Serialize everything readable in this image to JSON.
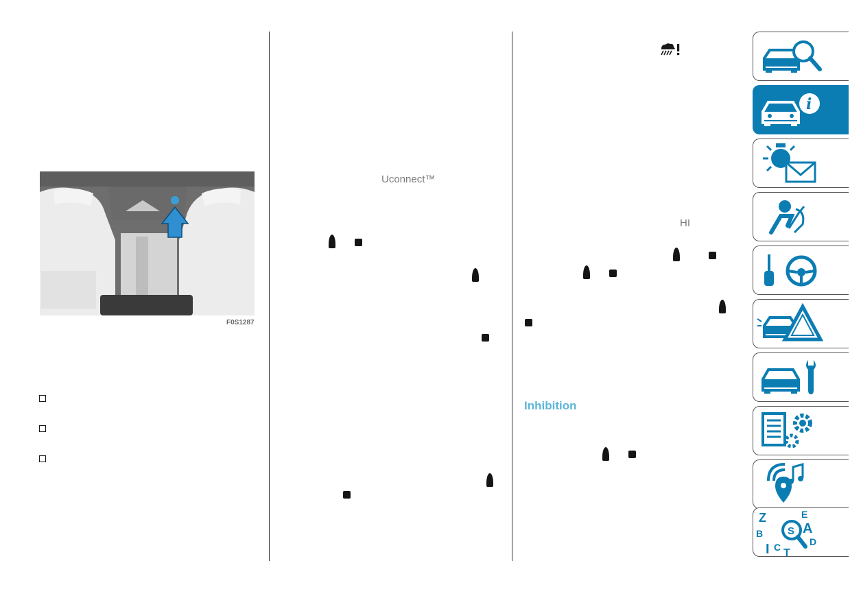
{
  "figure": {
    "caption": "F0S1287"
  },
  "col2": {
    "brand": "Uconnect™"
  },
  "col3": {
    "hi_label": "HI",
    "section_heading": "Inhibition"
  },
  "nav_tabs": [
    {
      "icon": "car-search-icon",
      "active": false
    },
    {
      "icon": "car-info-icon",
      "active": true
    },
    {
      "icon": "warning-light-message-icon",
      "active": false
    },
    {
      "icon": "airbag-safety-icon",
      "active": false
    },
    {
      "icon": "key-steering-wheel-icon",
      "active": false
    },
    {
      "icon": "car-hazard-triangle-icon",
      "active": false
    },
    {
      "icon": "car-wrench-icon",
      "active": false
    },
    {
      "icon": "technical-data-gears-icon",
      "active": false
    },
    {
      "icon": "multimedia-icon",
      "active": false
    },
    {
      "icon": "alphabetical-index-icon",
      "active": false
    }
  ],
  "colors": {
    "accent": "#0b7db3",
    "heading": "#5cb6d9",
    "highlight": "#3a9fd6"
  }
}
